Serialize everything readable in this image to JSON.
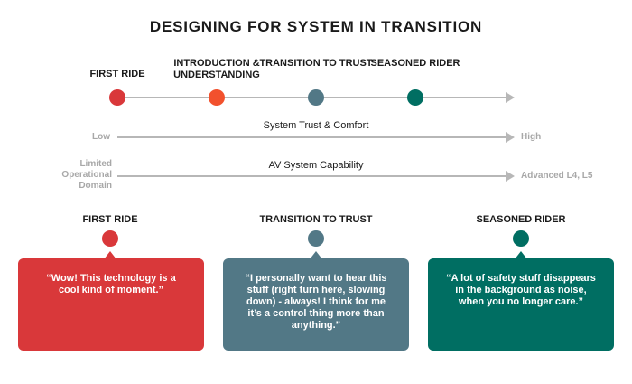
{
  "title": "DESIGNING FOR SYSTEM IN TRANSITION",
  "stages": [
    {
      "label": "FIRST RIDE",
      "color": "#d9383a"
    },
    {
      "label": "INTRODUCTION & UNDERSTANDING",
      "color": "#f2512d"
    },
    {
      "label": "TRANSITION TO TRUST",
      "color": "#527886"
    },
    {
      "label": "SEASONED RIDER",
      "color": "#006e62"
    }
  ],
  "axes": [
    {
      "title": "System Trust & Comfort",
      "low": "Low",
      "high": "High"
    },
    {
      "title": "AV System Capability",
      "low": "Limited Operational Domain",
      "high": "Advanced L4, L5"
    }
  ],
  "quotes": [
    {
      "label": "FIRST RIDE",
      "text": "“Wow! This technology is a cool kind of moment.”",
      "color": "#d9383a"
    },
    {
      "label": "TRANSITION TO TRUST",
      "text": "“I personally want to hear this stuff (right turn here, slowing down) - always! I think for me it’s a control thing more than anything.”",
      "color": "#527886"
    },
    {
      "label": "SEASONED RIDER",
      "text": "“A lot of safety stuff disappears in the background as noise, when you no longer care.”",
      "color": "#006e62"
    }
  ]
}
